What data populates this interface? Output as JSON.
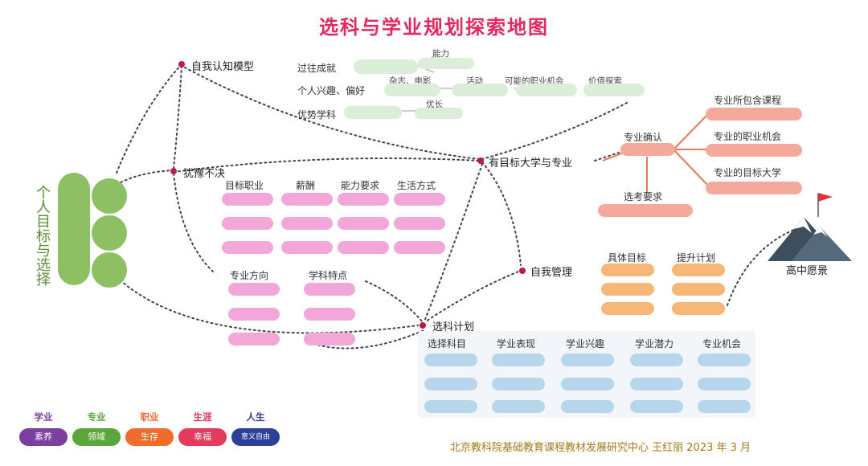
{
  "title": "选科与学业规划探索地图",
  "side_label": "个人目标与选择",
  "nodes": {
    "self_cognition": "自我认知模型",
    "hesitation": "犹豫不决",
    "target_univ": "有目标大学与专业",
    "self_mgmt": "自我管理",
    "subject_plan": "选科计划",
    "hs_vision": "高中愿景"
  },
  "self_cognition_rows": {
    "achievement": "过往成就",
    "ability": "能力",
    "interest": "个人兴趣、偏好",
    "reading": "杂志、电影",
    "activity": "活动",
    "career_chance": "可能的职业机会",
    "value": "价值探索",
    "strength_subject": "优势学科",
    "strength": "优长"
  },
  "hesitation_cols": [
    "目标职业",
    "薪酬",
    "能力要求",
    "生活方式"
  ],
  "hesitation_cols2": [
    "专业方向",
    "学科特点"
  ],
  "major": {
    "confirm": "专业确认",
    "courses": "专业所包含课程",
    "careers": "专业的职业机会",
    "univ": "专业的目标大学",
    "requirement": "选考要求"
  },
  "self_mgmt_cols": [
    "具体目标",
    "提升计划"
  ],
  "subject_plan_cols": [
    "选择科目",
    "学业表现",
    "学业兴趣",
    "学业潜力",
    "专业机会"
  ],
  "legend": [
    {
      "top": "学业",
      "bottom": "素养",
      "color": "#7b3fa0"
    },
    {
      "top": "专业",
      "bottom": "领域",
      "color": "#5aa63a"
    },
    {
      "top": "职业",
      "bottom": "生存",
      "color": "#ef6b2e"
    },
    {
      "top": "生涯",
      "bottom": "幸福",
      "color": "#e43a5c"
    },
    {
      "top": "人生",
      "bottom": "意义自由",
      "color": "#2e3f9a"
    }
  ],
  "credit": "北京教科院基础教育课程教材发展研究中心  王红丽 2023 年 3 月"
}
